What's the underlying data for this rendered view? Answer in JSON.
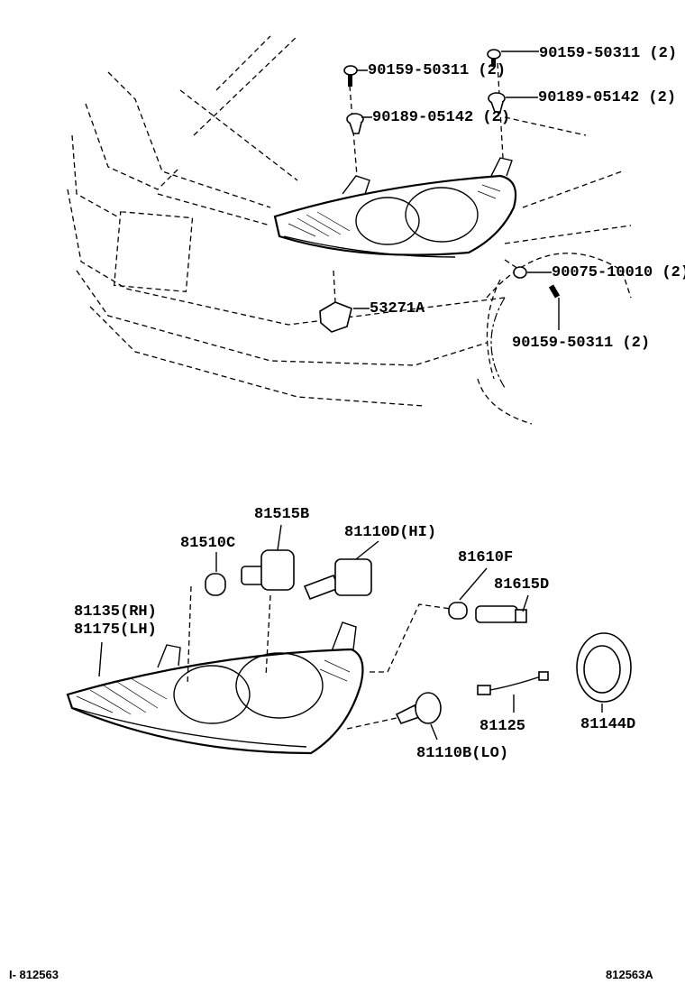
{
  "diagram": {
    "callouts": {
      "bolt_top_right": "90159-50311 (2)",
      "bolt_top_left": "90159-50311 (2)",
      "clip_top_right": "90189-05142 (2)",
      "clip_top_left": "90189-05142 (2)",
      "bracket": "53271A",
      "nut_fender": "90075-10010 (2)",
      "bolt_fender": "90159-50311 (2)",
      "socket_81515B": "81515B",
      "bulb_hi": "81110D(HI)",
      "bulb_81510C": "81510C",
      "bulb_81610F": "81610F",
      "socket_81615D": "81615D",
      "headlamp_rh": "81135(RH)",
      "headlamp_lh": "81175(LH)",
      "wire_81125": "81125",
      "cover_81144D": "81144D",
      "bulb_lo": "81110B(LO)"
    },
    "footer": {
      "left_code": "I- 812563",
      "right_code": "812563A"
    }
  }
}
